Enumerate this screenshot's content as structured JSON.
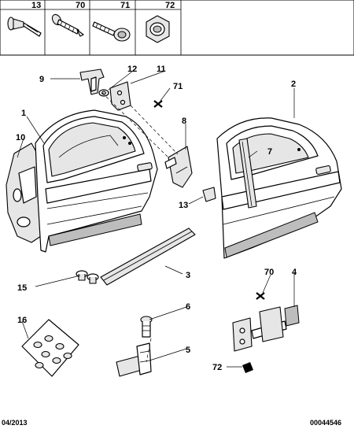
{
  "header_parts": [
    {
      "number": "13",
      "icon": "push-rivet-icon"
    },
    {
      "number": "70",
      "icon": "screw-icon"
    },
    {
      "number": "71",
      "icon": "washer-screw-icon"
    },
    {
      "number": "72",
      "icon": "hex-nut-icon"
    }
  ],
  "callouts": {
    "c1": "1",
    "c2": "2",
    "c3": "3",
    "c4": "4",
    "c5": "5",
    "c6": "6",
    "c7": "7",
    "c8": "8",
    "c9": "9",
    "c10": "10",
    "c11": "11",
    "c12": "12",
    "c13": "13",
    "c15": "15",
    "c16": "16",
    "c70": "70",
    "c71": "71",
    "c72": "72"
  },
  "footer": {
    "date": "04/2013",
    "reference": "00044546"
  }
}
